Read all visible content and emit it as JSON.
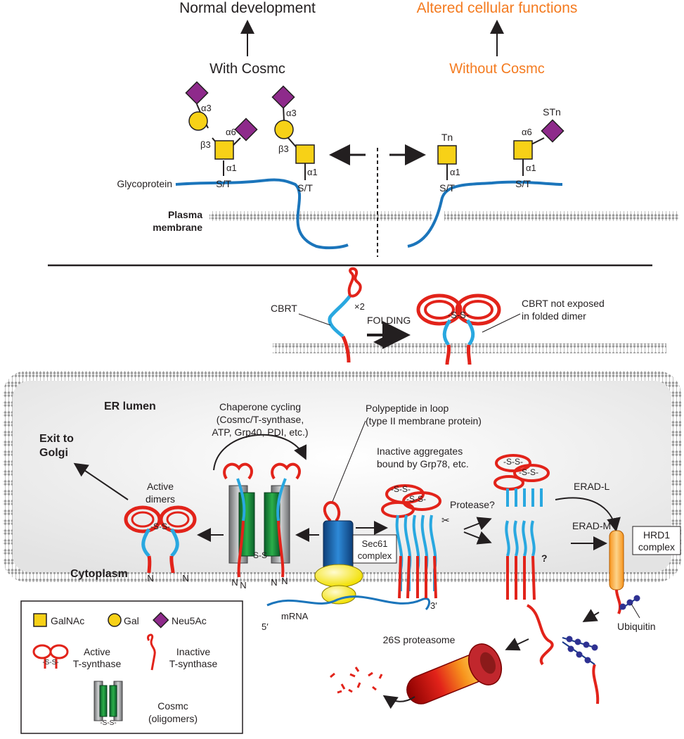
{
  "top": {
    "normal_development": "Normal development",
    "altered_functions": "Altered cellular functions",
    "with_cosmc": "With Cosmc",
    "without_cosmc": "Without Cosmc",
    "glycoprotein": "Glycoprotein",
    "plasma_membrane_1": "Plasma",
    "plasma_membrane_2": "membrane",
    "st": "S/T",
    "alpha1": "α1",
    "alpha3": "α3",
    "alpha6": "α6",
    "beta3": "β3",
    "tn": "Tn",
    "stn": "STn"
  },
  "cbrt": {
    "label": "CBRT",
    "x2": "×2",
    "folding": "FOLDING",
    "not_exposed_1": "CBRT not exposed",
    "not_exposed_2": "in folded dimer",
    "ss": "-S-S-"
  },
  "er": {
    "lumen": "ER lumen",
    "cytoplasm": "Cytoplasm",
    "exit_1": "Exit to",
    "exit_2": "Golgi",
    "active_dimers_1": "Active",
    "active_dimers_2": "dimers",
    "chaperone_1": "Chaperone cycling",
    "chaperone_2": "(Cosmc/T-synthase,",
    "chaperone_3": "ATP, Grp40, PDI, etc.)",
    "polypeptide_1": "Polypeptide in loop",
    "polypeptide_2": "(type II membrane protein)",
    "aggregates_1": "Inactive aggregates",
    "aggregates_2": "bound by Grp78, etc.",
    "protease": "Protease?",
    "question": "?",
    "erad_l": "ERAD-L",
    "erad_m": "ERAD-M",
    "hrd1_1": "HRD1",
    "hrd1_2": "complex",
    "sec61_1": "Sec61",
    "sec61_2": "complex",
    "mrna": "mRNA",
    "five_prime": "5′",
    "three_prime": "3′",
    "n": "N",
    "ss": "-S-S-",
    "ubiquitin": "Ubiquitin",
    "proteasome": "26S proteasome"
  },
  "legend": {
    "galnac": "GalNAc",
    "gal": "Gal",
    "neu5ac": "Neu5Ac",
    "active_1": "Active",
    "active_2": "T-synthase",
    "inactive_1": "Inactive",
    "inactive_2": "T-synthase",
    "cosmc_1": "Cosmc",
    "cosmc_2": "(oligomers)",
    "ss": "-S-S-"
  },
  "colors": {
    "galnac": "#f7d117",
    "gal": "#f7d117",
    "neu5ac": "#8e2a8b",
    "protein_red": "#e2231a",
    "cbrt_blue": "#29a8e0",
    "glyco_blue": "#1b75bb",
    "accent_orange": "#f47b20"
  }
}
